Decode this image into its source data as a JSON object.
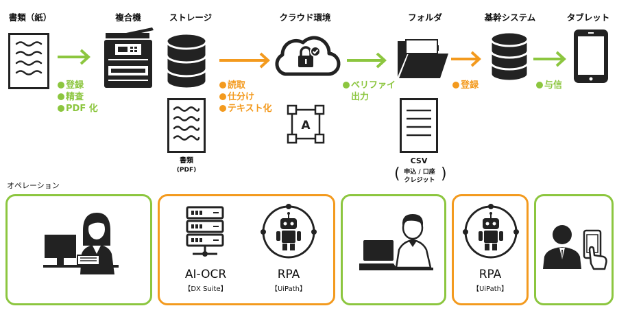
{
  "colors": {
    "green": "#8cc63f",
    "orange": "#f39a1e",
    "dark": "#222222"
  },
  "flow": {
    "titles": [
      "書類（紙）",
      "複合機",
      "ストレージ",
      "クラウド環境",
      "フォルダ",
      "基幹システム",
      "タブレット"
    ],
    "steps": {
      "s1": [
        "登録",
        "精査",
        "PDF 化"
      ],
      "s2": [
        "読取",
        "仕分け",
        "テキスト化"
      ],
      "s3a": "ベリファイ",
      "s3b": "出力",
      "s4": "登録",
      "s5": "与信"
    },
    "pdf_doc": [
      "書類",
      "(PDF)"
    ],
    "csv_doc": {
      "title": "CSV",
      "line1": "申込 / 口座",
      "line2": "クレジット",
      "open": "(",
      "close": ")"
    },
    "ocr_letter": "A"
  },
  "operations": {
    "title": "オペレーション",
    "aiocr_title": "AI-OCR",
    "aiocr_sub": "【DX Suite】",
    "rpa_title": "RPA",
    "rpa_sub": "【UiPath】",
    "rpa2_title": "RPA",
    "rpa2_sub": "【UiPath】"
  }
}
